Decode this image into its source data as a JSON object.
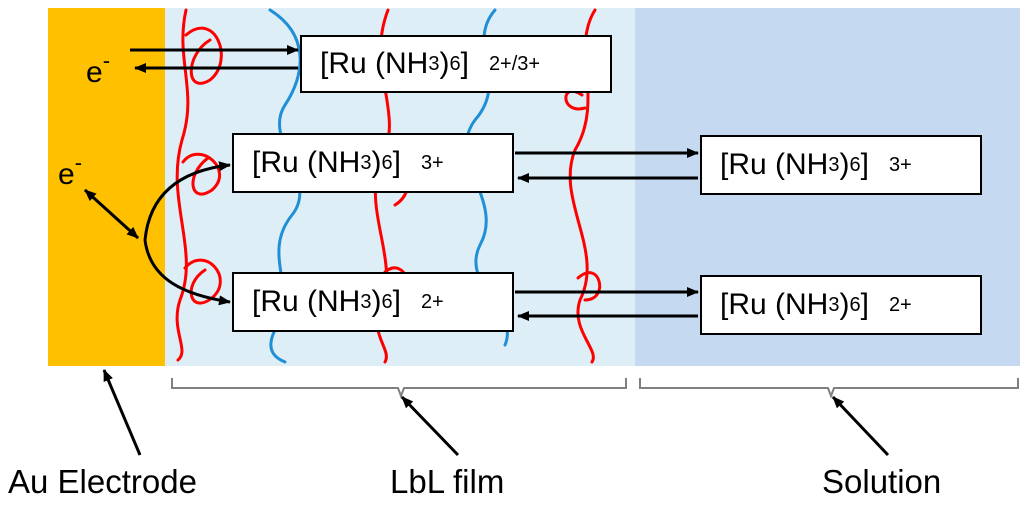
{
  "colors": {
    "electrode": "#FFC000",
    "film": "#DDEEF7",
    "solution": "#C5D9F1",
    "polycation": "#FF0000",
    "polyanion": "#1F8FD6",
    "arrow": "#000000"
  },
  "electrons": {
    "top": {
      "base": "e",
      "sup": "-"
    },
    "middle": {
      "base": "e",
      "sup": "-"
    }
  },
  "species": {
    "film_top": {
      "prefix": "[Ru (NH",
      "sub": "3",
      "suffix": ")",
      "sub2": "6",
      "close": "]",
      "charge": "2+/3+"
    },
    "film_mid": {
      "prefix": "[Ru (NH",
      "sub": "3",
      "suffix": ")",
      "sub2": "6",
      "close": "]",
      "charge": "3+"
    },
    "film_bot": {
      "prefix": "[Ru (NH",
      "sub": "3",
      "suffix": ")",
      "sub2": "6",
      "close": "]",
      "charge": "2+"
    },
    "sol_mid": {
      "prefix": "[Ru (NH",
      "sub": "3",
      "suffix": ")",
      "sub2": "6",
      "close": "]",
      "charge": "3+"
    },
    "sol_bot": {
      "prefix": "[Ru (NH",
      "sub": "3",
      "suffix": ")",
      "sub2": "6",
      "close": "]",
      "charge": "2+"
    }
  },
  "labels": {
    "electrode": "Au Electrode",
    "film": "LbL film",
    "solution": "Solution"
  }
}
